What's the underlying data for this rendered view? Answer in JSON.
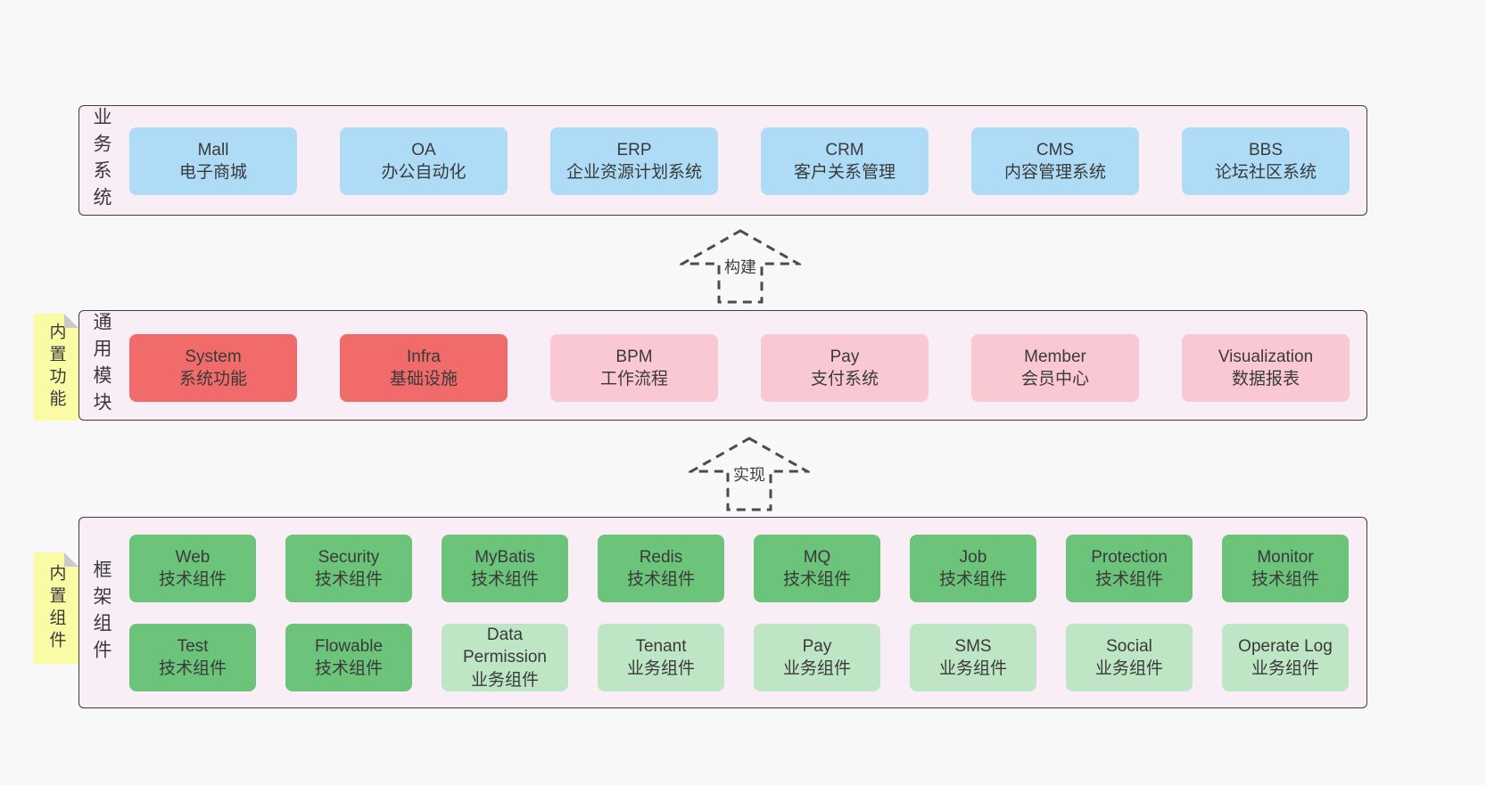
{
  "palette": {
    "page_background": "#f8f8f8",
    "band_background": "#f9edf6",
    "band_border": "#3c3c3c",
    "blue_box": "#aedcf7",
    "red_box": "#f16b6b",
    "pink_box": "#f9c8d2",
    "green_box": "#6bc47a",
    "light_green_box": "#bee6c5",
    "sticky_note": "#fbfba6",
    "sticky_fold": "#c9c9c9",
    "text": "#3a3a3a",
    "arrow_stroke": "#4b4b4b"
  },
  "arrows": [
    {
      "label": "构建"
    },
    {
      "label": "实现"
    }
  ],
  "bands": [
    {
      "label": "业务系统",
      "boxes": [
        {
          "title": "Mall",
          "subtitle": "电子商城"
        },
        {
          "title": "OA",
          "subtitle": "办公自动化"
        },
        {
          "title": "ERP",
          "subtitle": "企业资源计划系统"
        },
        {
          "title": "CRM",
          "subtitle": "客户关系管理"
        },
        {
          "title": "CMS",
          "subtitle": "内容管理系统"
        },
        {
          "title": "BBS",
          "subtitle": "论坛社区系统"
        }
      ]
    },
    {
      "label": "通用模块",
      "note": "内置功能",
      "boxes": [
        {
          "title": "System",
          "subtitle": "系统功能"
        },
        {
          "title": "Infra",
          "subtitle": "基础设施"
        },
        {
          "title": "BPM",
          "subtitle": "工作流程"
        },
        {
          "title": "Pay",
          "subtitle": "支付系统"
        },
        {
          "title": "Member",
          "subtitle": "会员中心"
        },
        {
          "title": "Visualization",
          "subtitle": "数据报表"
        }
      ]
    },
    {
      "label": "框架组件",
      "note": "内置组件",
      "rows": [
        [
          {
            "title": "Web",
            "subtitle": "技术组件"
          },
          {
            "title": "Security",
            "subtitle": "技术组件"
          },
          {
            "title": "MyBatis",
            "subtitle": "技术组件"
          },
          {
            "title": "Redis",
            "subtitle": "技术组件"
          },
          {
            "title": "MQ",
            "subtitle": "技术组件"
          },
          {
            "title": "Job",
            "subtitle": "技术组件"
          },
          {
            "title": "Protection",
            "subtitle": "技术组件"
          },
          {
            "title": "Monitor",
            "subtitle": "技术组件"
          }
        ],
        [
          {
            "title": "Test",
            "subtitle": "技术组件"
          },
          {
            "title": "Flowable",
            "subtitle": "技术组件"
          },
          {
            "title": "Data Permission",
            "subtitle": "业务组件"
          },
          {
            "title": "Tenant",
            "subtitle": "业务组件"
          },
          {
            "title": "Pay",
            "subtitle": "业务组件"
          },
          {
            "title": "SMS",
            "subtitle": "业务组件"
          },
          {
            "title": "Social",
            "subtitle": "业务组件"
          },
          {
            "title": "Operate Log",
            "subtitle": "业务组件"
          }
        ]
      ]
    }
  ]
}
